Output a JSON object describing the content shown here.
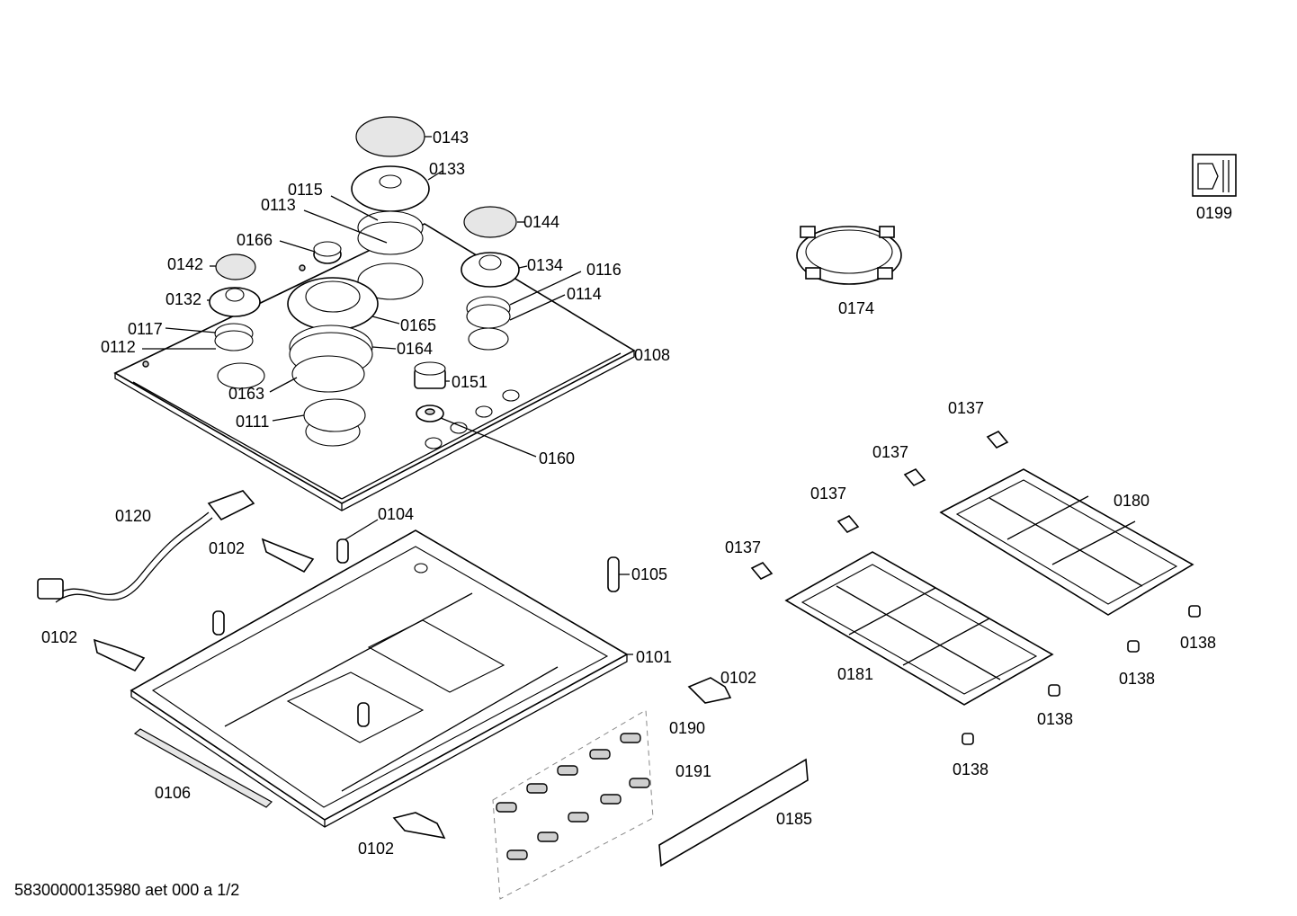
{
  "document_code": "58300000135980 aet 000 a 1/2",
  "labels": {
    "p0143": "0143",
    "p0133": "0133",
    "p0115": "0115",
    "p0113": "0113",
    "p0144": "0144",
    "p0166": "0166",
    "p0142": "0142",
    "p0134": "0134",
    "p0116": "0116",
    "p0132": "0132",
    "p0114": "0114",
    "p0117": "0117",
    "p0165": "0165",
    "p0112": "0112",
    "p0164": "0164",
    "p0108": "0108",
    "p0163": "0163",
    "p0151": "0151",
    "p0111": "0111",
    "p0160": "0160",
    "p0120": "0120",
    "p0104": "0104",
    "p0102a": "0102",
    "p0105": "0105",
    "p0102b": "0102",
    "p0101": "0101",
    "p0102c": "0102",
    "p0190": "0190",
    "p0106": "0106",
    "p0191": "0191",
    "p0185": "0185",
    "p0102d": "0102",
    "p0199": "0199",
    "p0174": "0174",
    "p0137a": "0137",
    "p0137b": "0137",
    "p0137c": "0137",
    "p0137d": "0137",
    "p0180": "0180",
    "p0181": "0181",
    "p0138a": "0138",
    "p0138b": "0138",
    "p0138c": "0138",
    "p0138d": "0138"
  }
}
